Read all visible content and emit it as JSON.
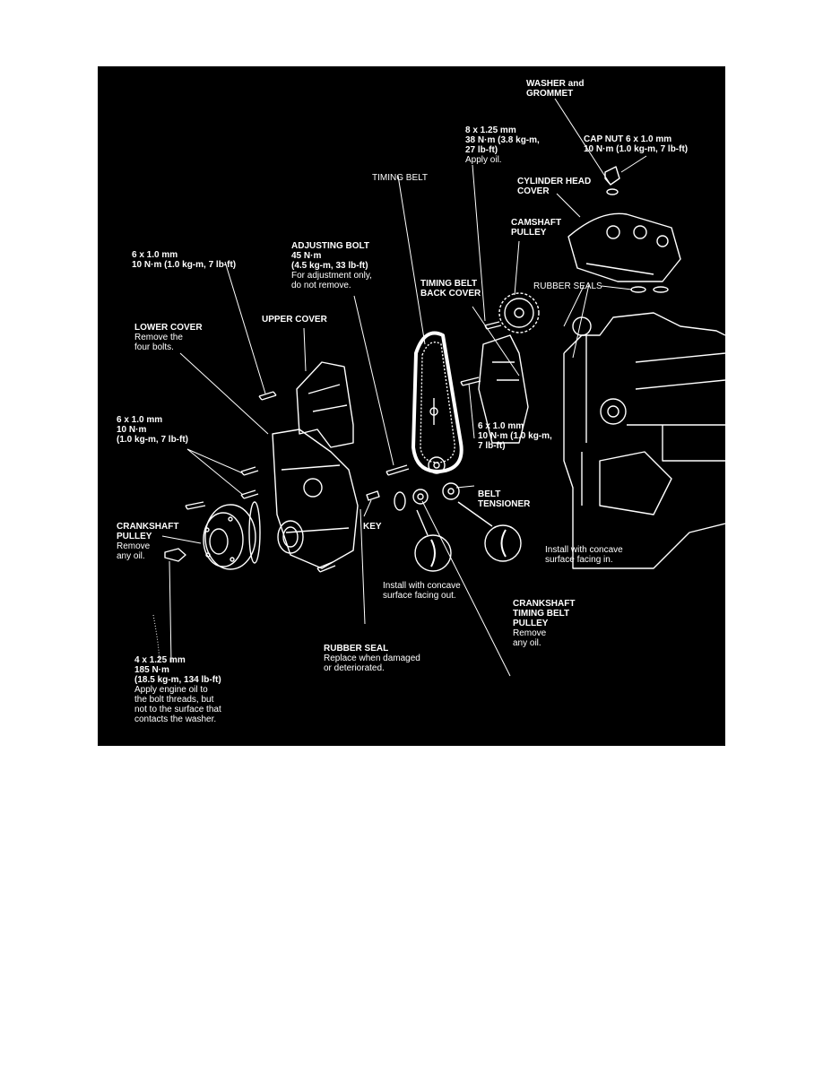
{
  "colors": {
    "page": "#ffffff",
    "panel": "#000000",
    "ink": "#ffffff"
  },
  "labels": {
    "washer": {
      "l1": "WASHER and",
      "l2": "GROMMET"
    },
    "cam_bolt": {
      "l1": "8 x 1.25 mm",
      "l2": "38 N·m  (3.8 kg-m,",
      "l3": "27 lb-ft)",
      "l4": "Apply oil."
    },
    "cap_nut": {
      "l1": "CAP NUT 6 x 1.0 mm",
      "l2": "10 N·m  (1.0 kg-m, 7 lb-ft)"
    },
    "timing_belt": {
      "l1": "TIMING BELT"
    },
    "cyl_head_cover": {
      "l1": "CYLINDER HEAD",
      "l2": "COVER"
    },
    "camshaft_pulley": {
      "l1": "CAMSHAFT",
      "l2": "PULLEY"
    },
    "upper_bolt": {
      "l1": "6 x 1.0 mm",
      "l2": "10 N·m (1.0 kg-m, 7 lb-ft)"
    },
    "adjusting_bolt": {
      "l1": "ADJUSTING BOLT",
      "l2": "45 N·m",
      "l3": "(4.5 kg-m, 33 lb-ft)",
      "l4": "For adjustment only,",
      "l5": "do not remove."
    },
    "back_cover": {
      "l1": "TIMING BELT",
      "l2": "BACK COVER"
    },
    "rubber_seals": {
      "l1": "RUBBER SEALS"
    },
    "lower_cover": {
      "l1": "LOWER COVER",
      "l2": "Remove the",
      "l3": "four bolts."
    },
    "upper_cover": {
      "l1": "UPPER COVER"
    },
    "lower_bolt": {
      "l1": "6 x 1.0 mm",
      "l2": "10 N·m",
      "l3": "(1.0 kg-m, 7 lb-ft)"
    },
    "back_cover_bolt": {
      "l1": "6 x 1.0 mm",
      "l2": "10 N·m (1.0 kg-m,",
      "l3": "7 lb-ft)"
    },
    "belt_tensioner": {
      "l1": "BELT",
      "l2": "TENSIONER"
    },
    "crank_pulley": {
      "l1": "CRANKSHAFT",
      "l2": "PULLEY",
      "l3": "Remove",
      "l4": "any oil."
    },
    "key": {
      "l1": "KEY"
    },
    "install_in": {
      "l1": "Install with concave",
      "l2": "surface facing in."
    },
    "install_out": {
      "l1": "Install with concave",
      "l2": "surface facing out."
    },
    "crank_tb_pulley": {
      "l1": "CRANKSHAFT",
      "l2": "TIMING BELT",
      "l3": "PULLEY",
      "l4": "Remove",
      "l5": "any oil."
    },
    "rubber_seal": {
      "l1": "RUBBER SEAL",
      "l2": "Replace when damaged",
      "l3": "or deteriorated."
    },
    "crank_bolt": {
      "l1": "4 x 1.25 mm",
      "l2": "185 N·m",
      "l3": "(18.5 kg-m, 134 lb-ft)",
      "l4": "Apply engine oil to",
      "l5": "the bolt threads, but",
      "l6": "not to the surface that",
      "l7": "contacts the washer."
    }
  }
}
